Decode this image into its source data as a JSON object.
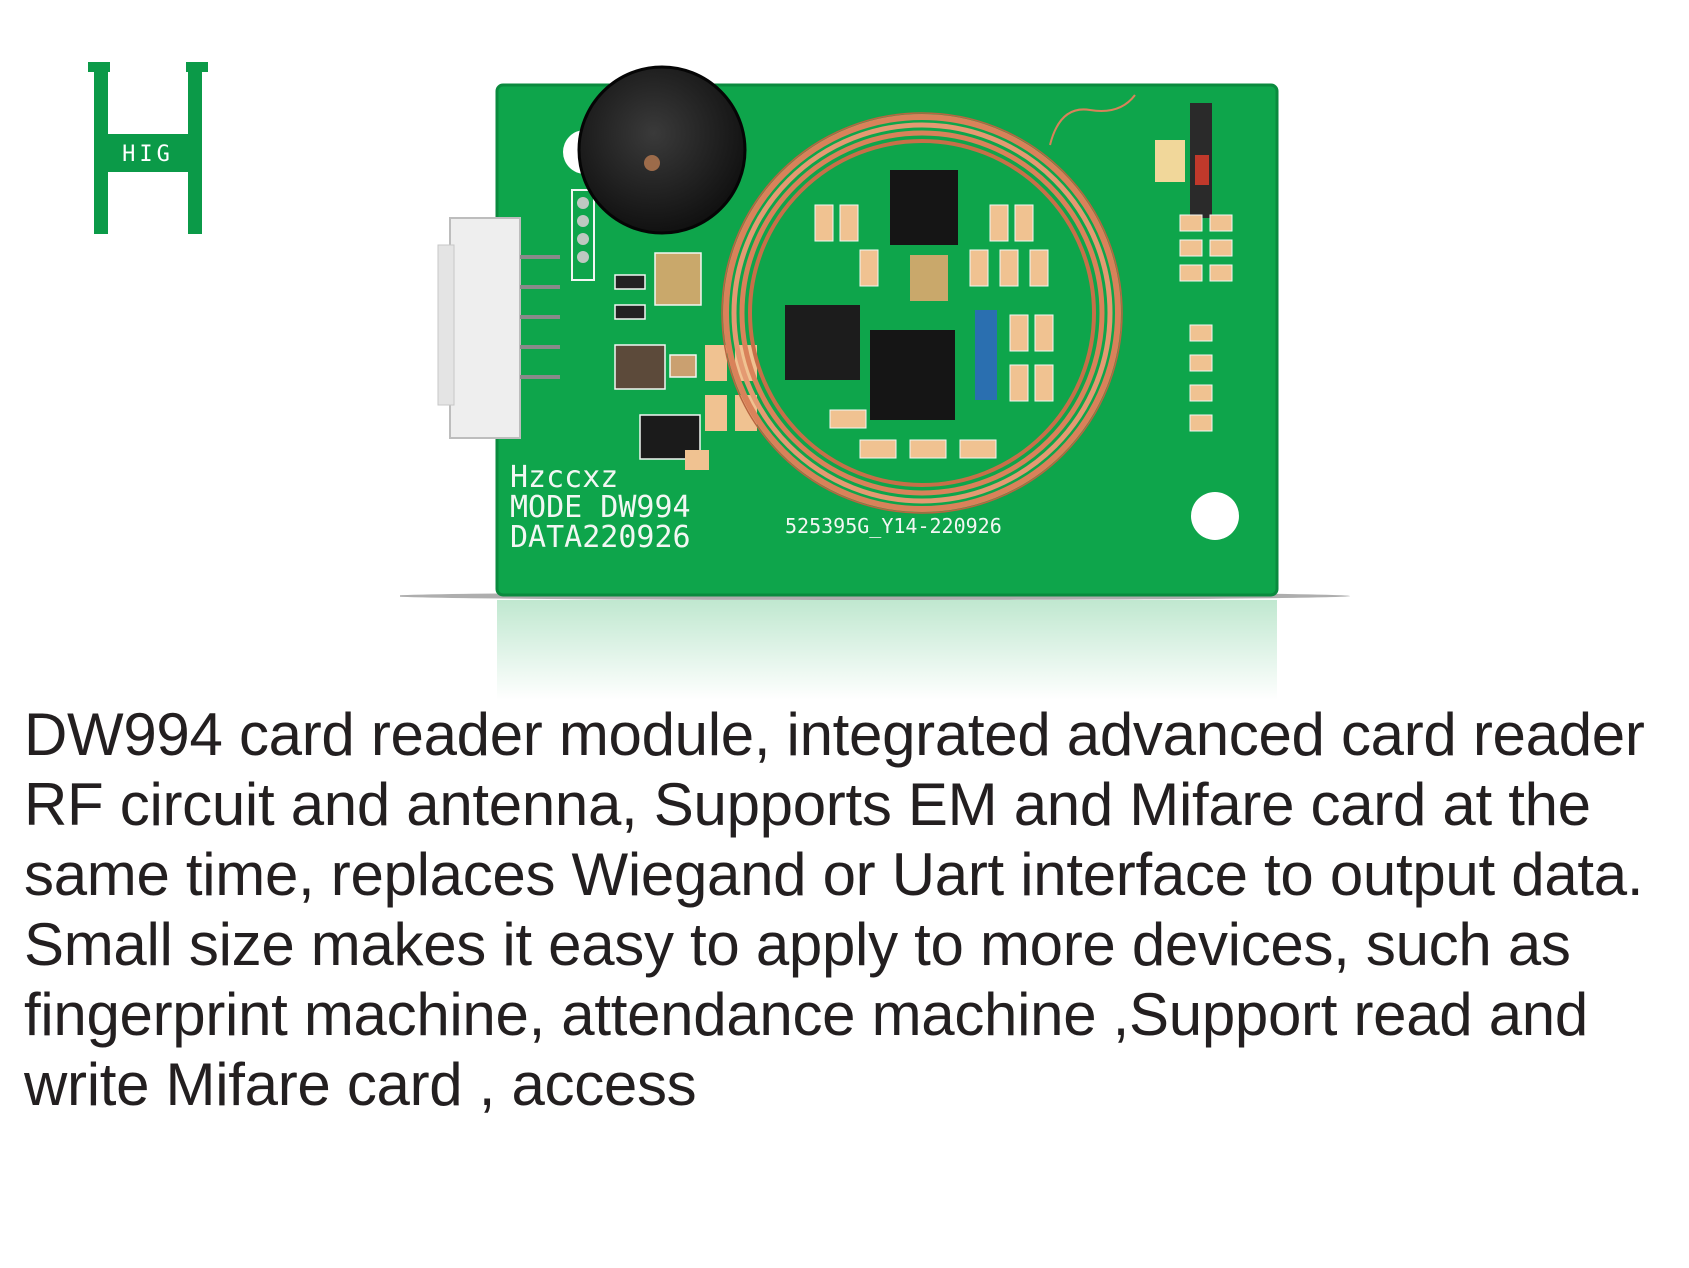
{
  "logo": {
    "icon": "hzccxz-logo-icon",
    "text": "HIG"
  },
  "product": {
    "icon": "rfid-pcb-photo",
    "silk_brand": "Hzccxz",
    "silk_mode": "MODE DW994",
    "silk_data": "DATA220926",
    "silk_code": "525395G_Y14-220926",
    "colors": {
      "pcb_green": "#0ea54b",
      "antenna_copper": "#d9825a",
      "silk_white": "#f2f7f3"
    }
  },
  "description": {
    "text": "DW994 card reader module, integrated advanced card reader RF circuit and antenna, Supports EM and Mifare card at the same time, replaces Wiegand or Uart interface to output data. Small size makes it easy to apply to more devices, such as fingerprint machine, attendance machine ,Support read and write Mifare card , access"
  }
}
